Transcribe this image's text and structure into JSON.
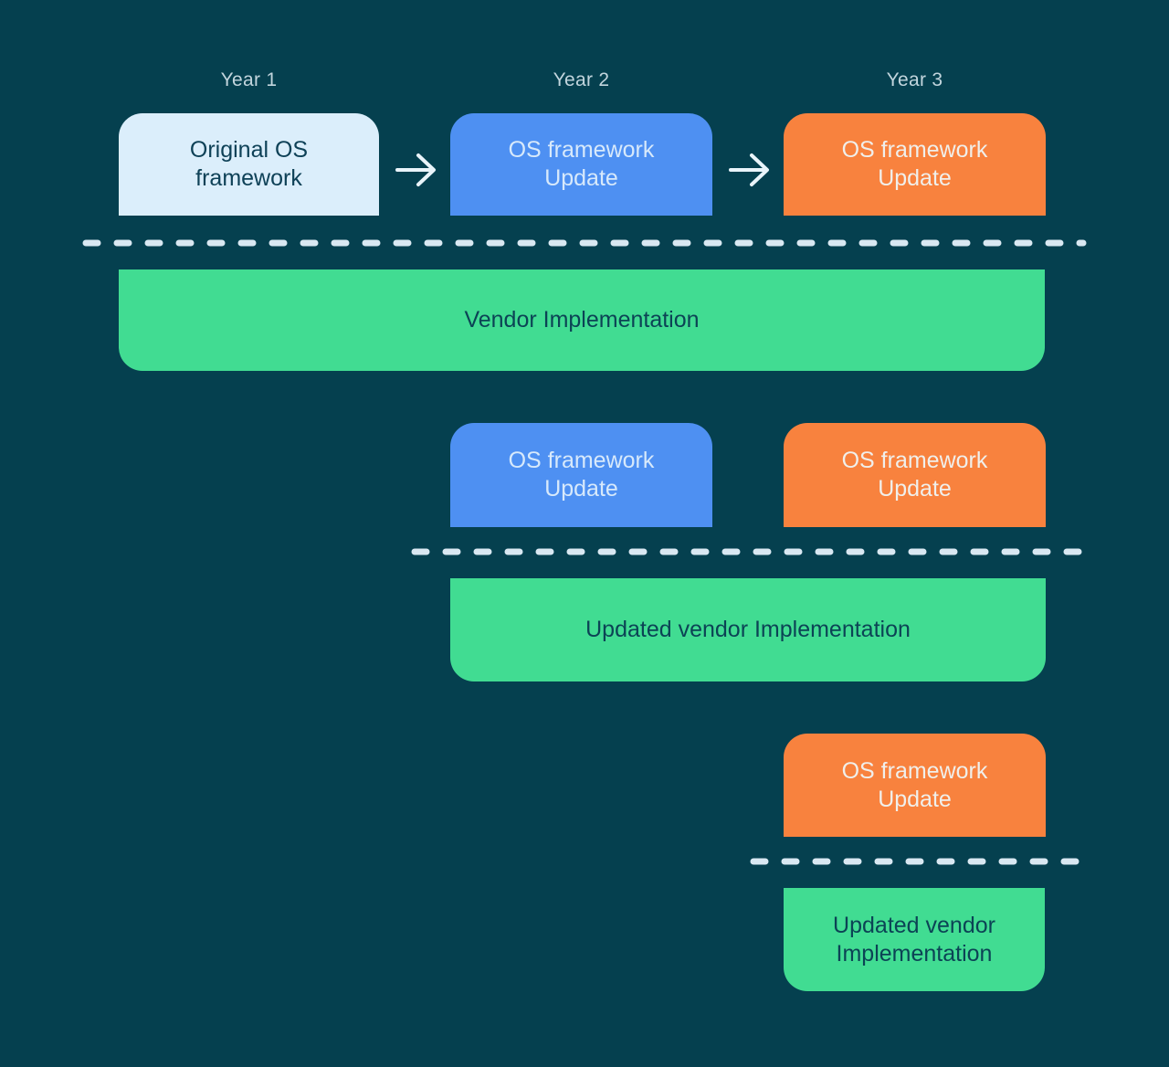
{
  "diagram": {
    "years": [
      {
        "label": "Year 1"
      },
      {
        "label": "Year 2"
      },
      {
        "label": "Year 3"
      }
    ],
    "generation1": {
      "original_framework": "Original OS framework",
      "year2_update": "OS framework Update",
      "year3_update": "OS framework Update",
      "implementation": "Vendor Implementation"
    },
    "generation2": {
      "year2_update": "OS framework Update",
      "year3_update": "OS framework Update",
      "implementation": "Updated vendor Implementation"
    },
    "generation3": {
      "year3_update": "OS framework Update",
      "implementation": "Updated vendor Implementation"
    },
    "colors": {
      "background": "#05404f",
      "original_box": "#dbeefb",
      "update_box_blue": "#4e90f2",
      "update_box_orange": "#f8823e",
      "implementation_box": "#41dc92",
      "divider_dash": "#d9e8f2",
      "arrow": "#e9f4fa",
      "year_label_text": "#c2d5dd",
      "dark_text": "#0e4157"
    }
  }
}
